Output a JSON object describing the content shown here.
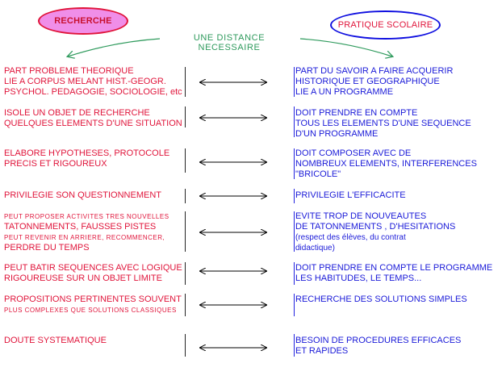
{
  "header": {
    "left_label": "RECHERCHE",
    "right_label": "PRATIQUE SCOLAIRE",
    "subtitle": "UNE DISTANCE NECESSAIRE"
  },
  "rows": [
    {
      "left": [
        "PART PROBLEME THEORIQUE",
        "LIE A CORPUS MELANT HIST.-GEOGR.",
        "PSYCHOL. PEDAGOGIE, SOCIOLOGIE, etc"
      ],
      "right": [
        "PART DU SAVOIR A FAIRE ACQUERIR",
        "HISTORIQUE ET GEOGRAPHIQUE",
        "LIE A UN PROGRAMME"
      ]
    },
    {
      "left": [
        "ISOLE UN OBJET DE RECHERCHE",
        "QUELQUES ELEMENTS D'UNE SITUATION"
      ],
      "right": [
        "DOIT PRENDRE EN COMPTE",
        "TOUS LES ELEMENTS D'UNE SEQUENCE",
        "D'UN PROGRAMME"
      ]
    },
    {
      "left": [
        "ELABORE HYPOTHESES, PROTOCOLE",
        "PRECIS ET RIGOUREUX"
      ],
      "right": [
        "DOIT COMPOSER AVEC DE",
        "NOMBREUX ELEMENTS, INTERFERENCES",
        "\"BRICOLE\""
      ]
    },
    {
      "left": [
        "PRIVILEGIE SON QUESTIONNEMENT"
      ],
      "right": [
        "PRIVILEGIE L'EFFICACITE"
      ]
    },
    {
      "left": [
        "PEUT PROPOSER ACTIVITES TRES NOUVELLES",
        "TATONNEMENTS, FAUSSES PISTES",
        "PEUT REVENIR EN ARRIERE, RECOMMENCER,",
        "PERDRE DU TEMPS"
      ],
      "right": [
        "EVITE TROP DE NOUVEAUTES",
        "DE TATONNEMENTS , D'HESITATIONS",
        "(respect des élèves, du contrat",
        "didactique)"
      ]
    },
    {
      "left": [
        "PEUT BATIR SEQUENCES AVEC LOGIQUE",
        "RIGOUREUSE SUR UN OBJET LIMITE"
      ],
      "right": [
        "DOIT PRENDRE EN COMPTE LE PROGRAMME",
        "LES HABITUDES, LE TEMPS..."
      ]
    },
    {
      "left": [
        "PROPOSITIONS PERTINENTES SOUVENT",
        "PLUS COMPLEXES QUE  SOLUTIONS CLASSIQUES"
      ],
      "right": [
        "RECHERCHE DES SOLUTIONS SIMPLES"
      ]
    },
    {
      "left": [
        "DOUTE SYSTEMATIQUE"
      ],
      "right": [
        "BESOIN DE PROCEDURES EFFICACES",
        "ET RAPIDES"
      ]
    }
  ]
}
